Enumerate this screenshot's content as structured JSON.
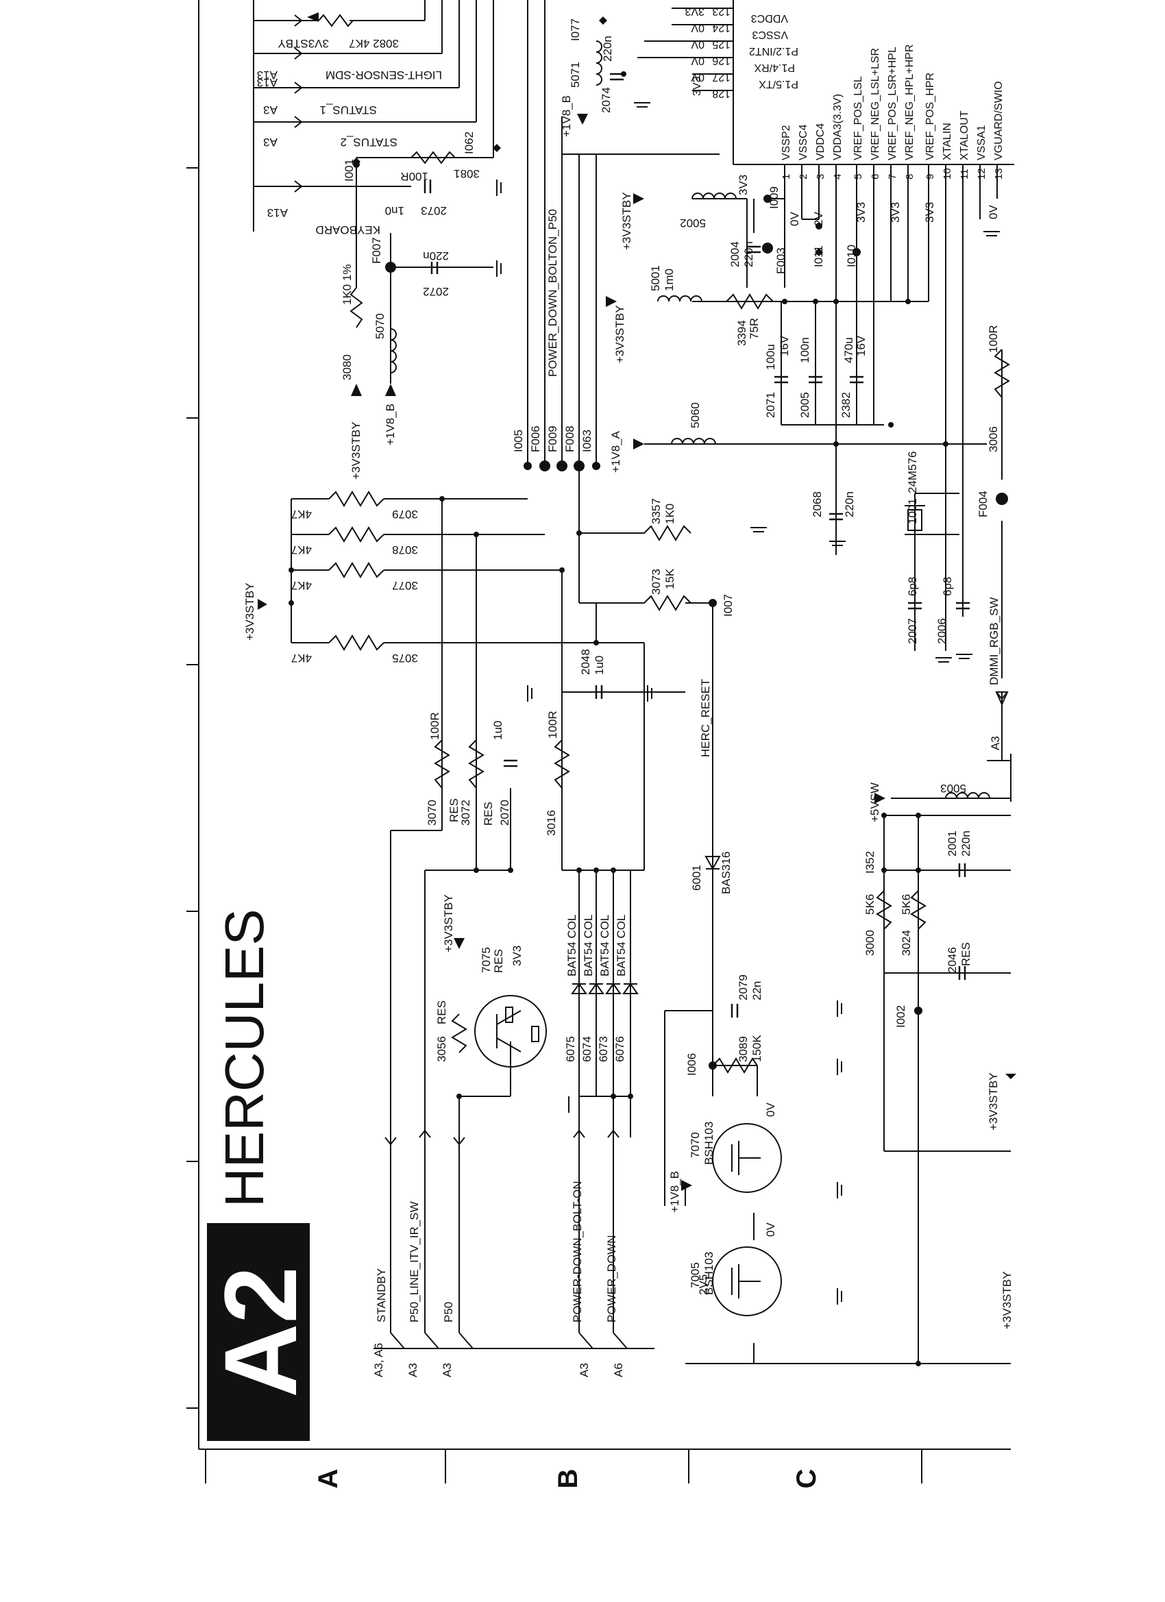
{
  "header": {
    "sheet_badge": "A2",
    "sheet_title": "HERCULES",
    "row_letters": [
      "A",
      "B",
      "C"
    ]
  },
  "ic": {
    "pins_left": [
      {
        "num": "1",
        "name": "VSSP2"
      },
      {
        "num": "2",
        "name": "VSSC4"
      },
      {
        "num": "3",
        "name": "VDDC4"
      },
      {
        "num": "4",
        "name": "VDDA3(3.3V)"
      },
      {
        "num": "5",
        "name": "VREF_POS_LSL"
      },
      {
        "num": "6",
        "name": "VREF_NEG_LSL+LSR"
      },
      {
        "num": "7",
        "name": "VREF_POS_LSR+HPL"
      },
      {
        "num": "8",
        "name": "VREF_NEG_HPL+HPR"
      },
      {
        "num": "9",
        "name": "VREF_POS_HPR"
      },
      {
        "num": "10",
        "name": "XTALIN"
      },
      {
        "num": "11",
        "name": "XTALOUT"
      },
      {
        "num": "12",
        "name": "VSSA1"
      },
      {
        "num": "13",
        "name": "VGUARD/SWIO"
      }
    ],
    "pins_top": [
      {
        "num": "123",
        "name": "VDDC3",
        "net": "3V3"
      },
      {
        "num": "124",
        "name": "VSSC3",
        "net": "0V"
      },
      {
        "num": "125",
        "name": "P1.2/INT2",
        "net": "0V"
      },
      {
        "num": "126",
        "name": "P1.4/RX",
        "net": "0V"
      },
      {
        "num": "127",
        "name": "P1.5/TX",
        "net": "0V"
      },
      {
        "num": "128",
        "name": "",
        "net": "3V3"
      }
    ]
  },
  "connectors": {
    "top_left": [
      {
        "bus": "A13",
        "label": "3082 4K7",
        "net": "3V3STBY"
      },
      {
        "bus": "A13",
        "label": "LIGHT-SENSOR-SDM"
      },
      {
        "bus": "A3",
        "label": "STATUS_1"
      },
      {
        "bus": "A3",
        "label": "STATUS_2"
      },
      {
        "bus": "A13",
        "label": "KEYBOARD"
      }
    ],
    "bottom_left": [
      {
        "bus": "A3, A6",
        "label": "STANDBY"
      },
      {
        "bus": "A3",
        "label": "P50_LINE_ITV_IR_SW"
      },
      {
        "bus": "A3",
        "label": "P50"
      },
      {
        "bus": "A3",
        "label": "POWER-DOWN_BOLT-ON"
      },
      {
        "bus": "A6",
        "label": "POWER_DOWN"
      }
    ],
    "right": [
      {
        "bus": "A3",
        "label": "DMMI_RGB_SW"
      }
    ]
  },
  "nets": {
    "stby": "+3V3STBY",
    "v18a": "+1V8_A",
    "v18b": "+1V8_B",
    "v5sw": "+5VSW",
    "herc_reset": "HERC_RESET",
    "pd_bolton": "POWER_DOWN_BOLTON_P50",
    "v3v3": "3V3",
    "v0": "0V",
    "v2": "2V",
    "v2v5": "2V5"
  },
  "components": {
    "r3080": {
      "ref": "3080",
      "value": "1K0 1%"
    },
    "l5070": {
      "ref": "5070"
    },
    "c2072": {
      "ref": "2072",
      "value": "220n"
    },
    "c2073": {
      "ref": "2073",
      "value": "1n0"
    },
    "r3081": {
      "ref": "3081",
      "value": "100R"
    },
    "r3079": {
      "ref": "3079",
      "value": "4K7"
    },
    "r3078": {
      "ref": "3078",
      "value": "4K7"
    },
    "r3077": {
      "ref": "3077",
      "value": "4K7"
    },
    "r3075": {
      "ref": "3075",
      "value": "4K7"
    },
    "r3070": {
      "ref": "3070",
      "value": "100R"
    },
    "r3072": {
      "ref": "3072",
      "value": "RES"
    },
    "c2070": {
      "ref": "2070",
      "value": "1u0"
    },
    "r3016": {
      "ref": "3016",
      "value": "100R"
    },
    "c2048": {
      "ref": "2048",
      "value": "1u0"
    },
    "r3357": {
      "ref": "3357",
      "value": "1K0"
    },
    "r3073": {
      "ref": "3073",
      "value": "15K"
    },
    "l5071": {
      "ref": "5071"
    },
    "c2074": {
      "ref": "2074",
      "value": "220n"
    },
    "l5002": {
      "ref": "5002"
    },
    "c2004": {
      "ref": "2004",
      "value": "220n"
    },
    "l5001": {
      "ref": "5001",
      "value": "1m0"
    },
    "r3394": {
      "ref": "3394",
      "value": "75R"
    },
    "c2071": {
      "ref": "2071",
      "value": "100u",
      "rating": "16V"
    },
    "c2005": {
      "ref": "2005",
      "value": "100n"
    },
    "c2382": {
      "ref": "2382",
      "value": "470u",
      "rating": "16V"
    },
    "l5060": {
      "ref": "5060"
    },
    "c2068": {
      "ref": "2068",
      "value": "220n"
    },
    "x1001": {
      "ref": "1001",
      "value": "24M576"
    },
    "c2007": {
      "ref": "2007",
      "value": "6p8"
    },
    "c2006": {
      "ref": "2006",
      "value": "6p8"
    },
    "r3006": {
      "ref": "3006",
      "value": "100R"
    },
    "l5003": {
      "ref": "5003"
    },
    "c2001": {
      "ref": "2001",
      "value": "220n"
    },
    "r3000": {
      "ref": "3000",
      "value": "5K6"
    },
    "r3024": {
      "ref": "3024",
      "value": "5K6"
    },
    "c2046": {
      "ref": "2046",
      "value": "RES"
    },
    "d6001": {
      "ref": "6001",
      "value": "BAS316"
    },
    "c2079": {
      "ref": "2079",
      "value": "22n"
    },
    "r3089": {
      "ref": "3089",
      "value": "150K"
    },
    "q7070": {
      "ref": "7070",
      "value": "BSH103"
    },
    "q7005": {
      "ref": "7005",
      "value": "BSH103"
    },
    "q7075": {
      "ref": "7075",
      "value": "RES"
    },
    "r3056": {
      "ref": "3056",
      "value": "RES"
    },
    "d6075": {
      "ref": "6075",
      "value": "BAT54 COL"
    },
    "d6074": {
      "ref": "6074",
      "value": "BAT54 COL"
    },
    "d6073": {
      "ref": "6073",
      "value": "BAT54 COL"
    },
    "d6076": {
      "ref": "6076",
      "value": "BAT54 COL"
    }
  },
  "testpoints": {
    "I077": "I077",
    "I062": "I062",
    "I001": "I001",
    "F007": "F007",
    "I005": "I005",
    "F006": "F006",
    "F009": "F009",
    "F008": "F008",
    "I063": "I063",
    "I009": "I009",
    "F003": "F003",
    "I011": "I011",
    "I010": "I010",
    "I007": "I007",
    "F004": "F004",
    "I006": "I006",
    "I002": "I002",
    "I352": "I352"
  }
}
